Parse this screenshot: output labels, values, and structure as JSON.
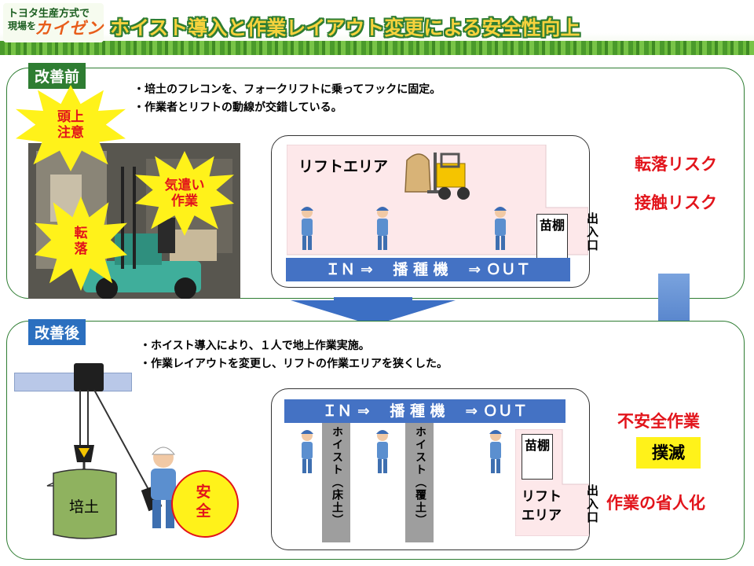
{
  "header": {
    "logo": {
      "line1": "トヨタ生産方式で",
      "line2": "現場を",
      "line3": "カイゼン"
    },
    "title": "ホイスト導入と作業レイアウト変更による安全性向上"
  },
  "before": {
    "label": "改善前",
    "bullets": [
      "・培土のフレコンを、フォークリフトに乗ってフックに固定。",
      "・作業者とリフトの動線が交錯している。"
    ],
    "photo_bursts": [
      {
        "lines": [
          "頭上",
          "注意"
        ]
      },
      {
        "lines": [
          "気遣い",
          "作業"
        ]
      },
      {
        "lines": [
          "転",
          "落"
        ]
      }
    ],
    "diagram": {
      "lift_area_label": "リフトエリア",
      "line_label": "ＩＮ ⇒　 播 種 機　 ⇒ ＯＵＴ",
      "shelf_label": "苗棚",
      "exit_label": "出入口"
    },
    "risks": [
      "転落リスク",
      "接触リスク"
    ]
  },
  "after": {
    "label": "改善後",
    "bullets": [
      "・ホイスト導入により、１人で地上作業実施。",
      "・作業レイアウトを変更し、リフトの作業エリアを狭くした。"
    ],
    "soil_bag_label": "培土",
    "safety_badge": "安全",
    "diagram": {
      "line_label": "ＩＮ ⇒　 播 種 機　 ⇒ ＯＵＴ",
      "hoist1_label": "ホイスト（床土）",
      "hoist2_label": "ホイスト（覆土）",
      "shelf_label": "苗棚",
      "lift_area_label": "リフト\nエリア",
      "exit_label": "出入口"
    },
    "results": {
      "line1": "不安全作業",
      "badge": "撲滅",
      "line2": "作業の省人化"
    }
  },
  "colors": {
    "green": "#2e7d32",
    "blue_bar": "#4472c4",
    "pink_area": "#fde8ea",
    "risk_red": "#e2141b",
    "burst_yellow": "#fff21a",
    "arrow_blue": "#3c6fc4",
    "hoist_gray": "#9e9e9e"
  }
}
